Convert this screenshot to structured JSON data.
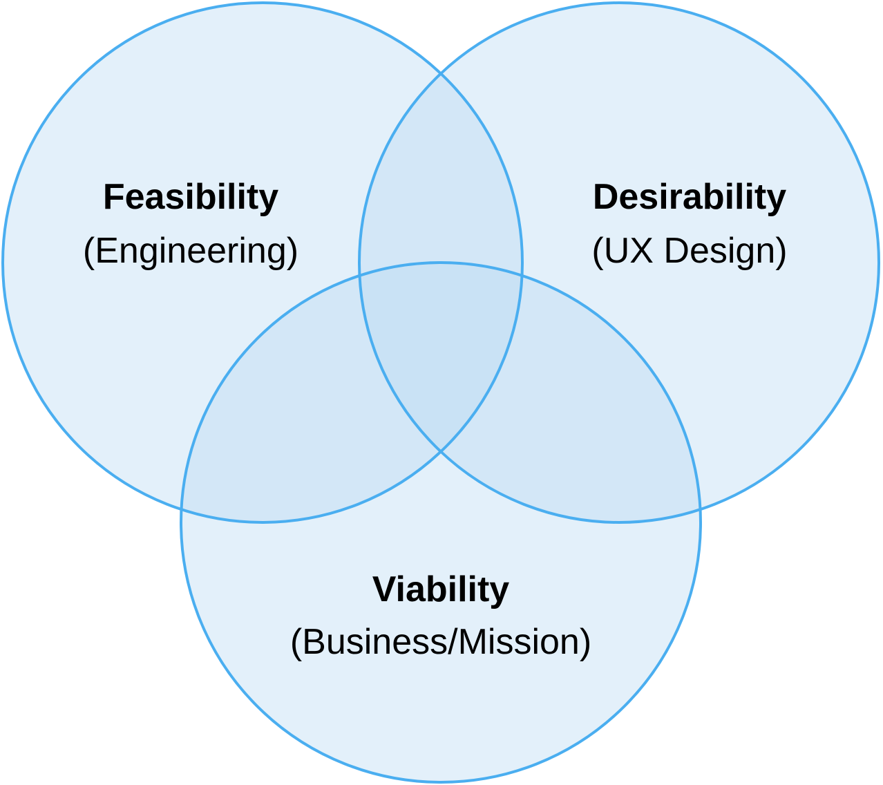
{
  "colors": {
    "circle_fill": "#bcdcf2",
    "circle_stroke": "#4aaef0",
    "text": "#000000",
    "background": "#ffffff"
  },
  "sets": [
    {
      "id": "feasibility",
      "title": "Feasibility",
      "subtitle": "(Engineering)"
    },
    {
      "id": "desirability",
      "title": "Desirability",
      "subtitle": "(UX Design)"
    },
    {
      "id": "viability",
      "title": "Viability",
      "subtitle": "(Business/Mission)"
    }
  ]
}
